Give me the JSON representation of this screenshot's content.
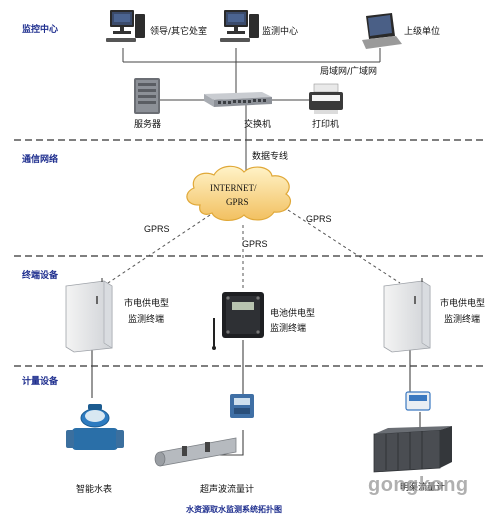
{
  "sections": {
    "monitor_center": "监控中心",
    "comm_network": "通信网络",
    "terminal_devices": "终端设备",
    "metering_devices": "计量设备"
  },
  "nodes": {
    "leader_office": "领导/其它处室",
    "monitor_center_pc": "监测中心",
    "superior_unit": "上级单位",
    "lan_wan": "局域网/广域网",
    "server": "服务器",
    "switch": "交换机",
    "printer": "打印机",
    "data_line": "数据专线",
    "cloud_line1": "INTERNET/",
    "cloud_line2": "GPRS",
    "gprs_left": "GPRS",
    "gprs_mid": "GPRS",
    "gprs_right": "GPRS",
    "terminal_left_1": "市电供电型",
    "terminal_left_2": "监测终端",
    "terminal_mid_1": "电池供电型",
    "terminal_mid_2": "监测终端",
    "terminal_right_1": "市电供电型",
    "terminal_right_2": "监测终端",
    "smart_meter": "智能水表",
    "ultrasonic_meter": "超声波流量计",
    "channel_meter": "明渠流量计"
  },
  "caption": "水资源取水监测系统拓扑图",
  "watermark": "gongkong"
}
